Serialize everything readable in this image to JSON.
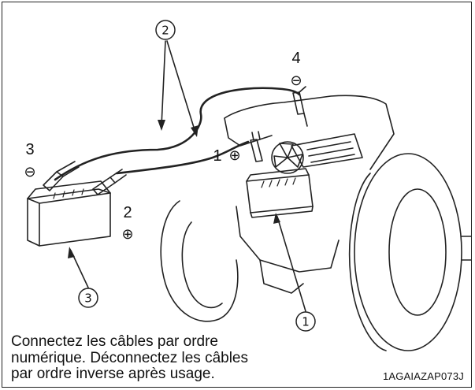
{
  "labels": {
    "step1_number": "1",
    "step1_sign": "⊕",
    "step2_number": "2",
    "step2_sign": "⊕",
    "step3_number": "3",
    "step3_sign": "⊖",
    "step4_number": "4",
    "step4_sign": "⊖"
  },
  "callouts": {
    "cables": "2",
    "booster_battery": "3",
    "tractor_battery": "1"
  },
  "caption": {
    "line1": "Connectez les câbles par ordre",
    "line2": "numérique. Déconnectez les câbles",
    "line3": "par ordre inverse après usage."
  },
  "figure_code": "1AGAIAZAP073J"
}
